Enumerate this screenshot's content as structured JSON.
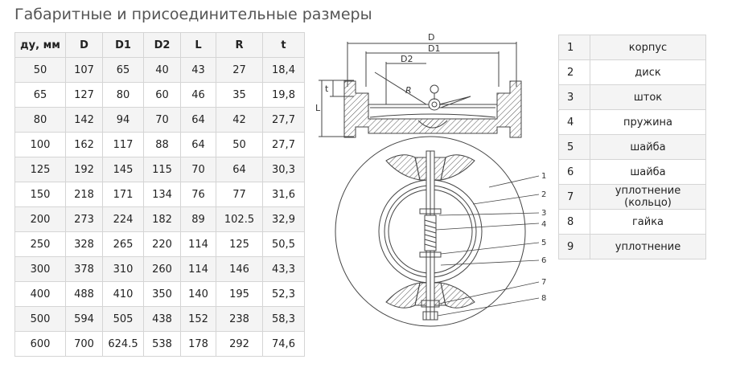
{
  "title": "Габаритные и присоединительные размеры",
  "dims_table": {
    "headers": [
      "ду, мм",
      "D",
      "D1",
      "D2",
      "L",
      "R",
      "t"
    ],
    "rows": [
      [
        "50",
        "107",
        "65",
        "40",
        "43",
        "27",
        "18,4"
      ],
      [
        "65",
        "127",
        "80",
        "60",
        "46",
        "35",
        "19,8"
      ],
      [
        "80",
        "142",
        "94",
        "70",
        "64",
        "42",
        "27,7"
      ],
      [
        "100",
        "162",
        "117",
        "88",
        "64",
        "50",
        "27,7"
      ],
      [
        "125",
        "192",
        "145",
        "115",
        "70",
        "64",
        "30,3"
      ],
      [
        "150",
        "218",
        "171",
        "134",
        "76",
        "77",
        "31,6"
      ],
      [
        "200",
        "273",
        "224",
        "182",
        "89",
        "102.5",
        "32,9"
      ],
      [
        "250",
        "328",
        "265",
        "220",
        "114",
        "125",
        "50,5"
      ],
      [
        "300",
        "378",
        "310",
        "260",
        "114",
        "146",
        "43,3"
      ],
      [
        "400",
        "488",
        "410",
        "350",
        "140",
        "195",
        "52,3"
      ],
      [
        "500",
        "594",
        "505",
        "438",
        "152",
        "238",
        "58,3"
      ],
      [
        "600",
        "700",
        "624.5",
        "538",
        "178",
        "292",
        "74,6"
      ]
    ]
  },
  "parts_table": [
    {
      "num": "1",
      "name": "корпус"
    },
    {
      "num": "2",
      "name": "диск"
    },
    {
      "num": "3",
      "name": "шток"
    },
    {
      "num": "4",
      "name": "пружина"
    },
    {
      "num": "5",
      "name": "шайба"
    },
    {
      "num": "6",
      "name": "шайба"
    },
    {
      "num": "7",
      "name": "уплотнение (кольцо)"
    },
    {
      "num": "8",
      "name": "гайка"
    },
    {
      "num": "9",
      "name": "уплотнение"
    }
  ],
  "drawing": {
    "labels": {
      "D": "D",
      "D1": "D1",
      "D2": "D2",
      "R": "R",
      "L": "L",
      "t": "t",
      "callouts": [
        "1",
        "2",
        "3",
        "4",
        "5",
        "6",
        "7",
        "8"
      ]
    }
  }
}
